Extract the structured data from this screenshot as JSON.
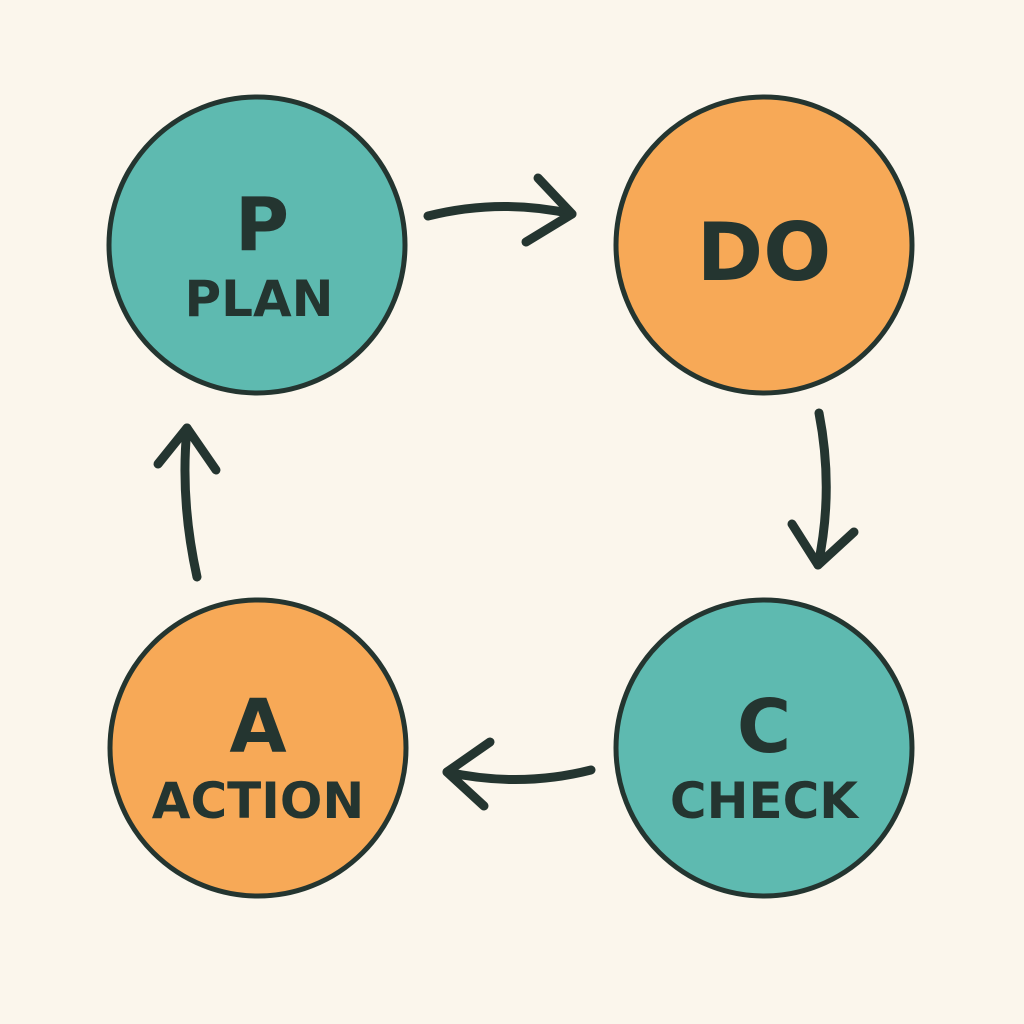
{
  "colors": {
    "background": "#FBF6EC",
    "teal": "#5EBAB0",
    "orange": "#F7A957",
    "outline": "#243530"
  },
  "nodes": {
    "plan": {
      "letter": "P",
      "label": "PLAN",
      "fill": "teal"
    },
    "do": {
      "label": "DO",
      "fill": "orange"
    },
    "check": {
      "letter": "C",
      "label": "CHECK",
      "fill": "teal"
    },
    "action": {
      "letter": "A",
      "label": "ACTION",
      "fill": "orange"
    }
  },
  "flow": [
    {
      "from": "plan",
      "to": "do",
      "icon": "arrow-right-icon"
    },
    {
      "from": "do",
      "to": "check",
      "icon": "arrow-down-icon"
    },
    {
      "from": "check",
      "to": "action",
      "icon": "arrow-left-icon"
    },
    {
      "from": "action",
      "to": "plan",
      "icon": "arrow-up-icon"
    }
  ]
}
